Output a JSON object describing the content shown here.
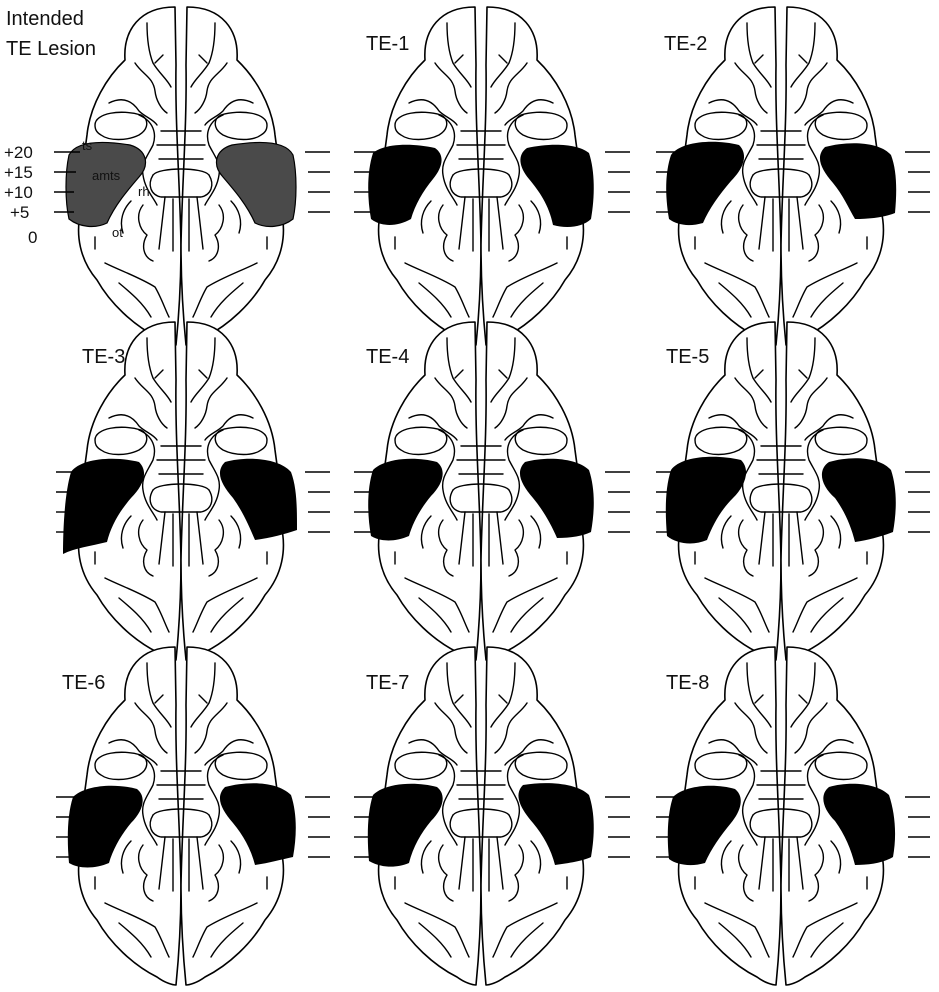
{
  "colors": {
    "lesion": "#000000",
    "intended_lesion": "#4a4a4a",
    "outline": "#000000",
    "background": "#ffffff"
  },
  "panels": [
    {
      "id": "intended",
      "title_lines": [
        "Intended",
        "TE Lesion"
      ],
      "lesion_style": "intended",
      "sulcus_labels": [
        "ts",
        "amts",
        "rh",
        "ot"
      ],
      "levels": [
        "+20",
        "+15",
        "+10",
        "+5",
        "0"
      ]
    },
    {
      "id": "te-1",
      "title_lines": [
        "TE-1"
      ],
      "lesion_style": "actual"
    },
    {
      "id": "te-2",
      "title_lines": [
        "TE-2"
      ],
      "lesion_style": "actual"
    },
    {
      "id": "te-3",
      "title_lines": [
        "TE-3"
      ],
      "lesion_style": "actual"
    },
    {
      "id": "te-4",
      "title_lines": [
        "TE-4"
      ],
      "lesion_style": "actual"
    },
    {
      "id": "te-5",
      "title_lines": [
        "TE-5"
      ],
      "lesion_style": "actual"
    },
    {
      "id": "te-6",
      "title_lines": [
        "TE-6"
      ],
      "lesion_style": "actual"
    },
    {
      "id": "te-7",
      "title_lines": [
        "TE-7"
      ],
      "lesion_style": "actual"
    },
    {
      "id": "te-8",
      "title_lines": [
        "TE-8"
      ],
      "lesion_style": "actual"
    }
  ]
}
